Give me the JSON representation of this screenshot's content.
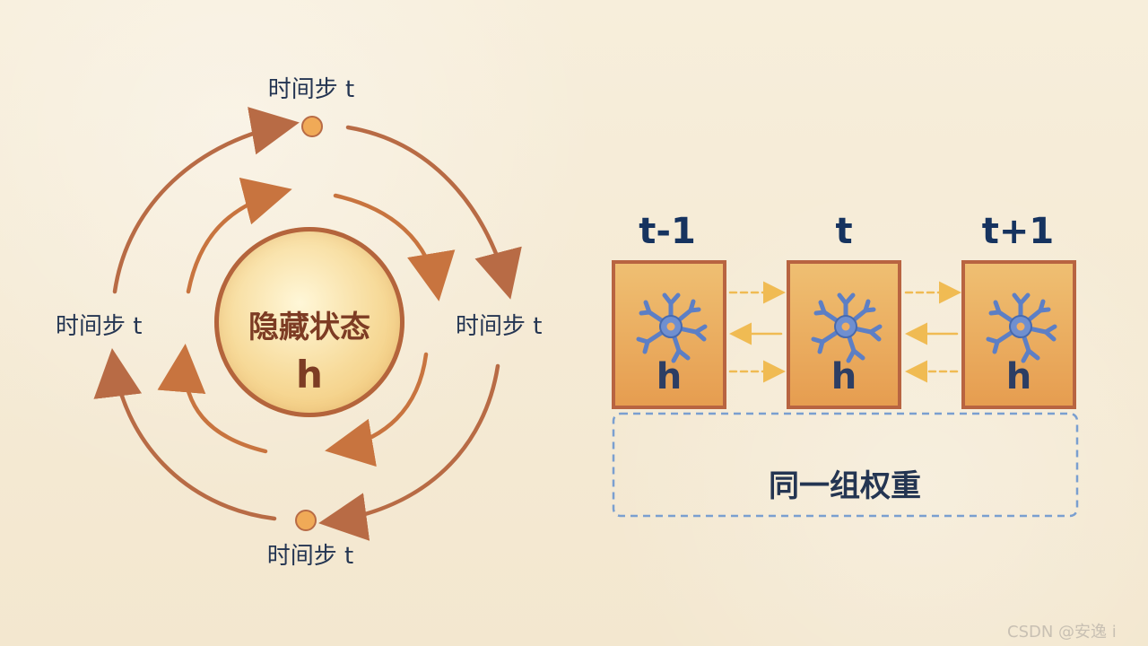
{
  "cycle": {
    "labels": [
      "时间步 t",
      "时间步 t",
      "时间步 t",
      "时间步 t"
    ],
    "center_title": "隐藏状态",
    "center_symbol": "h"
  },
  "sequence": {
    "time_labels": [
      "t-1",
      "t",
      "t+1"
    ],
    "node_symbols": [
      "h",
      "h",
      "h"
    ],
    "weights_label": "同一组权重"
  },
  "watermark": "CSDN @安逸 i",
  "colors": {
    "outer_arrow": "#b86b45",
    "inner_arrow": "#c8743f",
    "core_outline": "#b4643c",
    "core_fill": "#f7db9b",
    "node_fill": "#e8a255",
    "node_outline": "#b86441",
    "neuron": "#5d7fc5",
    "dashed_blue": "#7a9fd0",
    "dashed_orange": "#f0bb53",
    "text_dark": "#243552"
  },
  "icons": {
    "neuron": "neuron-icon",
    "arrow": "arrow-icon",
    "dot": "time-dot-icon"
  }
}
